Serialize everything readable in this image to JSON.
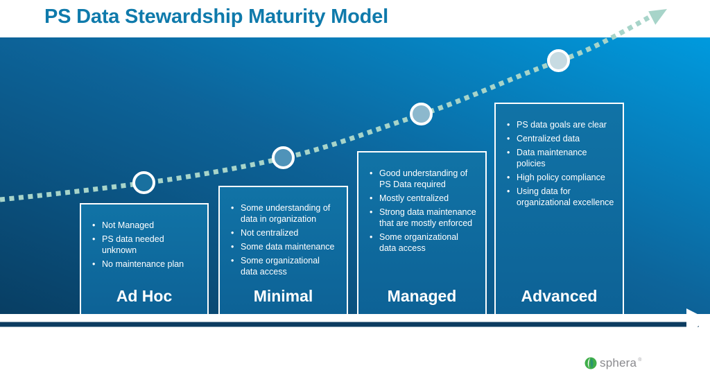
{
  "title": "PS Data Stewardship Maturity Model",
  "stages": [
    {
      "label": "Ad Hoc",
      "bullets": [
        "Not Managed",
        "PS data needed unknown",
        "No maintenance plan"
      ],
      "marker_color": "#19709f"
    },
    {
      "label": "Minimal",
      "bullets": [
        "Some understanding of data in organization",
        "Not centralized",
        "Some data maintenance",
        "Some organizational data access"
      ],
      "marker_color": "#4f93b9"
    },
    {
      "label": "Managed",
      "bullets": [
        "Good understanding of PS Data required",
        "Mostly centralized",
        "Strong data maintenance that are mostly enforced",
        "Some organizational data access"
      ],
      "marker_color": "#8cb8cd"
    },
    {
      "label": "Advanced",
      "bullets": [
        "PS data goals are clear",
        "Centralized data",
        "Data maintenance policies",
        "High policy compliance",
        "Using data for organizational excellence"
      ],
      "marker_color": "#c7dbe2"
    }
  ],
  "colors": {
    "title_teal": "#0f7aab",
    "panel_gradient_dark": "#083e63",
    "panel_gradient_bright": "#009ade",
    "stage_box_fill": "#0f6fa3",
    "stage_box_border": "#ffffff",
    "trend_dotted": "#a7d4c9",
    "baseline_bar": "#0c3c60",
    "logo_green": "#3fae49",
    "logo_text_gray": "#8a8a8e"
  },
  "logo": {
    "text": "sphera",
    "mark": "®"
  }
}
